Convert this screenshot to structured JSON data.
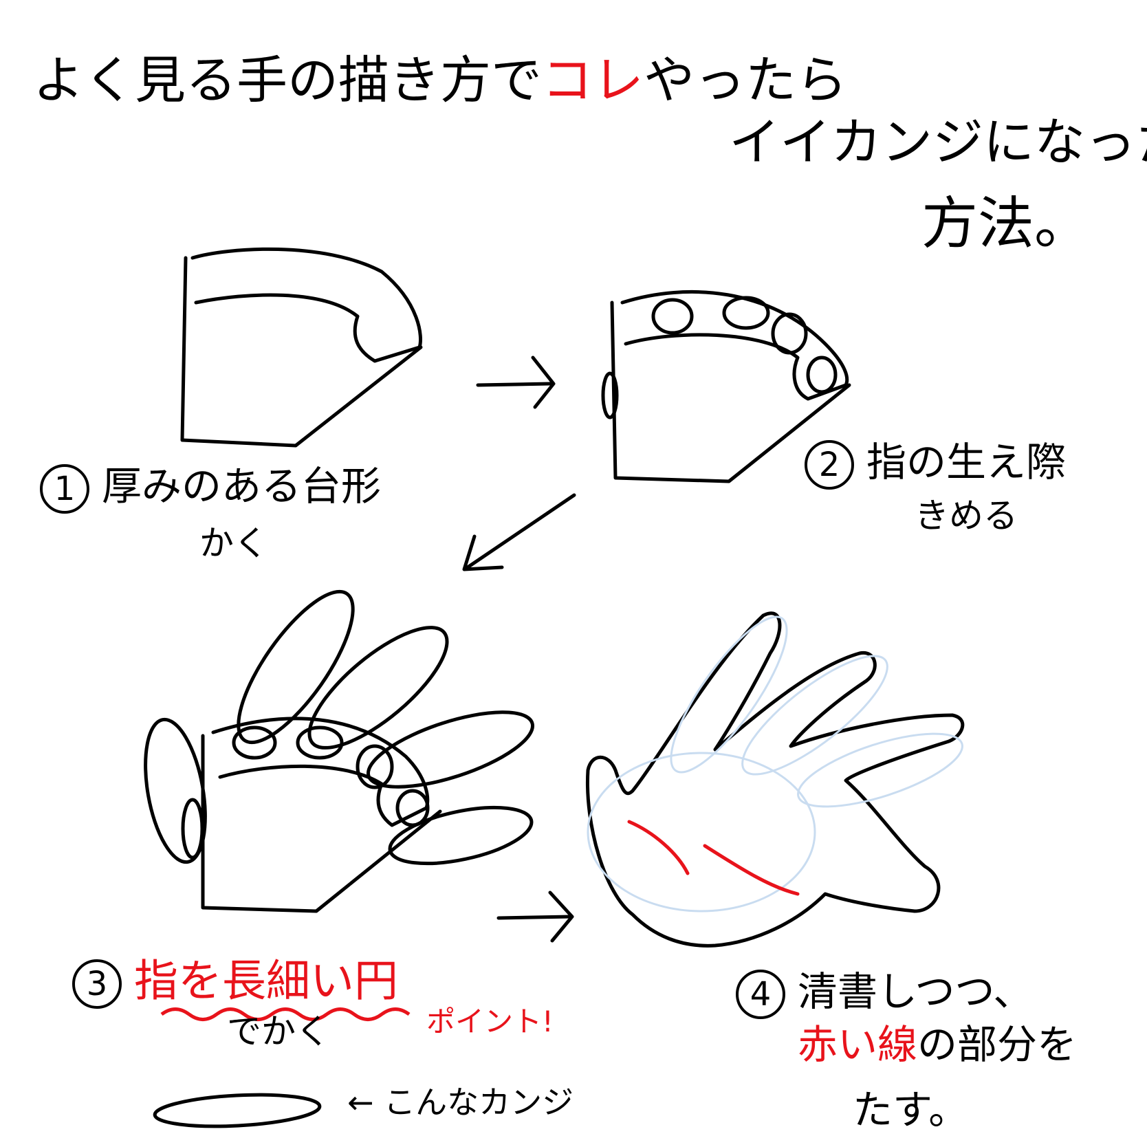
{
  "title": {
    "part1": "よく見る手の描き方で",
    "highlight": "コレ",
    "part2": "やったら",
    "line2": "イイカンジになった",
    "line3": "方法。"
  },
  "steps": [
    {
      "number": "1",
      "text": "厚みのある台形",
      "text2": "かく"
    },
    {
      "number": "2",
      "text": "指の生え際",
      "text2": "きめる"
    },
    {
      "number": "3",
      "text_red": "指を長細い円",
      "text2": "でかく",
      "point": "ポイント!",
      "note": "← こんなカンジ"
    },
    {
      "number": "4",
      "text": "清書しつつ、",
      "text_red": "赤い線",
      "text2": "の部分を",
      "text3": "たす。"
    }
  ],
  "colors": {
    "accent": "#e8131b",
    "ink": "#000000",
    "sketch": "#c9dcf0"
  }
}
